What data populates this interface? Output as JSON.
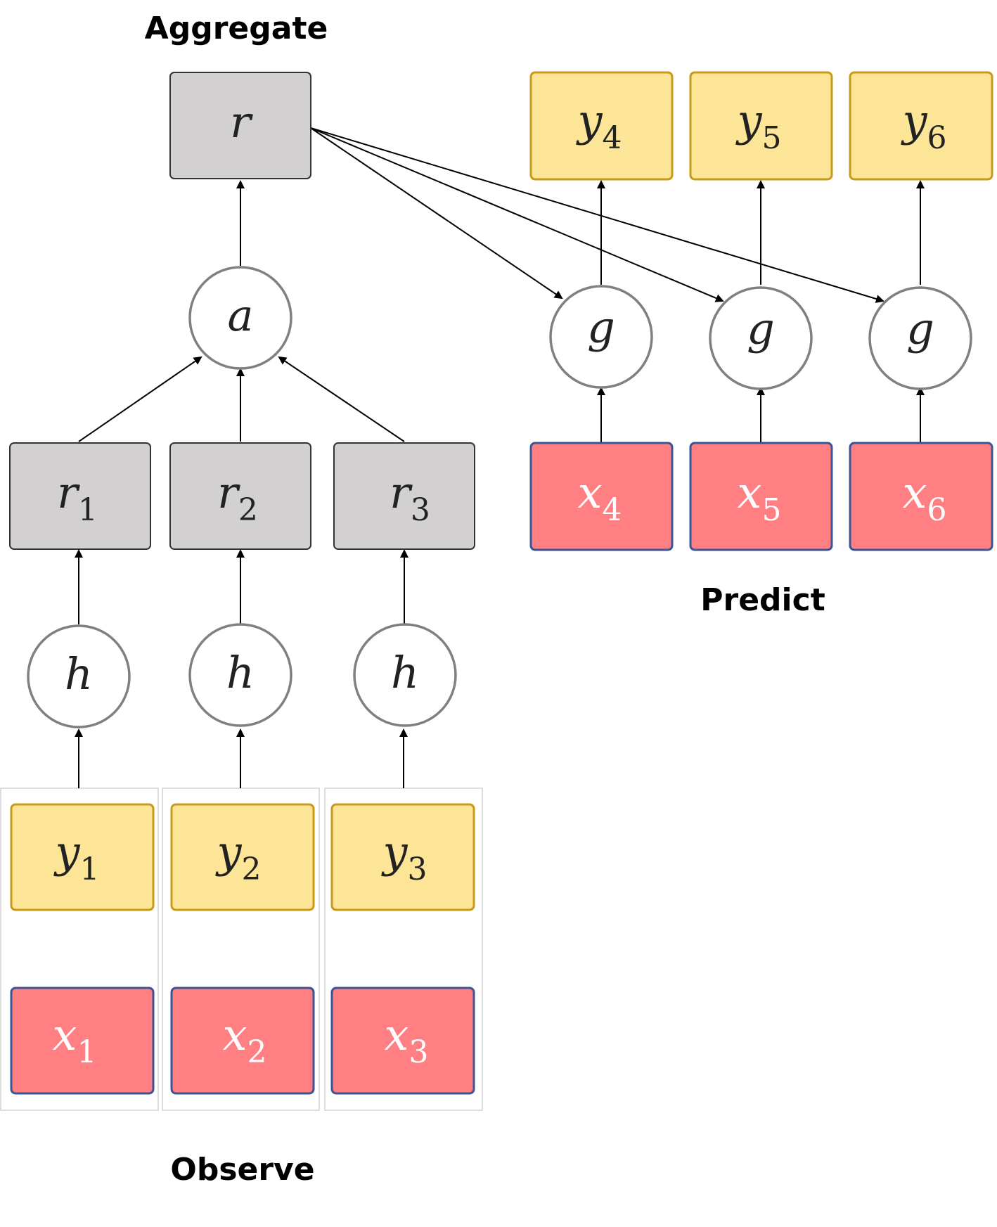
{
  "labels": {
    "aggregate": "Aggregate",
    "predict": "Predict",
    "observe": "Observe"
  },
  "colors": {
    "y_fill": "#FDE597",
    "y_border": "#C79A17",
    "x_fill": "#FF7F83",
    "x_border": "#3A5494",
    "x_text": "#FFFFFF",
    "r_fill": "#D2D0D1",
    "r_border": "#333333",
    "circle_border": "#808080",
    "text_dark": "#222222"
  },
  "nodes": {
    "r": {
      "var": "r",
      "sub": ""
    },
    "a": {
      "var": "a",
      "sub": ""
    },
    "r1": {
      "var": "r",
      "sub": "1"
    },
    "r2": {
      "var": "r",
      "sub": "2"
    },
    "r3": {
      "var": "r",
      "sub": "3"
    },
    "h1": {
      "var": "h",
      "sub": ""
    },
    "h2": {
      "var": "h",
      "sub": ""
    },
    "h3": {
      "var": "h",
      "sub": ""
    },
    "y1": {
      "var": "y",
      "sub": "1"
    },
    "y2": {
      "var": "y",
      "sub": "2"
    },
    "y3": {
      "var": "y",
      "sub": "3"
    },
    "x1": {
      "var": "x",
      "sub": "1"
    },
    "x2": {
      "var": "x",
      "sub": "2"
    },
    "x3": {
      "var": "x",
      "sub": "3"
    },
    "y4": {
      "var": "y",
      "sub": "4"
    },
    "y5": {
      "var": "y",
      "sub": "5"
    },
    "y6": {
      "var": "y",
      "sub": "6"
    },
    "g4": {
      "var": "g",
      "sub": ""
    },
    "g5": {
      "var": "g",
      "sub": ""
    },
    "g6": {
      "var": "g",
      "sub": ""
    },
    "x4": {
      "var": "x",
      "sub": "4"
    },
    "x5": {
      "var": "x",
      "sub": "5"
    },
    "x6": {
      "var": "x",
      "sub": "6"
    }
  }
}
